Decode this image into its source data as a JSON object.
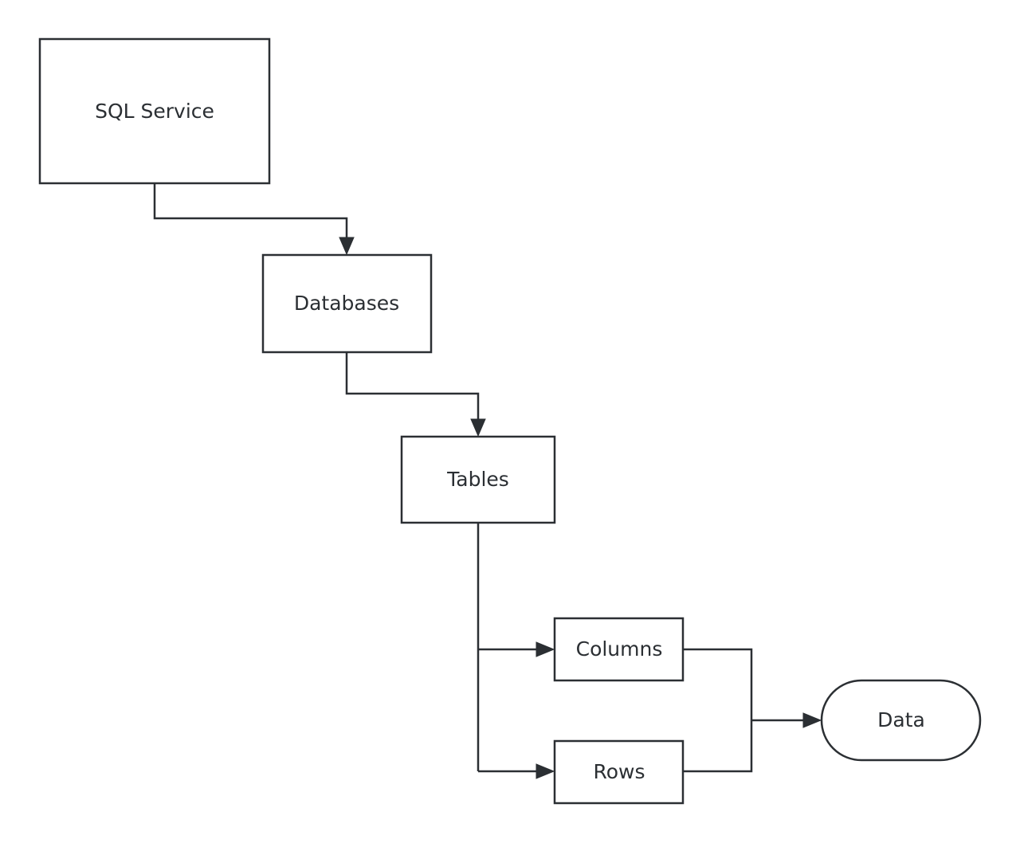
{
  "diagram": {
    "nodes": {
      "sql_service": {
        "label": "SQL Service",
        "shape": "rectangle"
      },
      "databases": {
        "label": "Databases",
        "shape": "rectangle"
      },
      "tables": {
        "label": "Tables",
        "shape": "rectangle"
      },
      "columns": {
        "label": "Columns",
        "shape": "rectangle"
      },
      "rows": {
        "label": "Rows",
        "shape": "rectangle"
      },
      "data": {
        "label": "Data",
        "shape": "stadium"
      }
    },
    "edges": [
      {
        "from": "sql_service",
        "to": "databases"
      },
      {
        "from": "databases",
        "to": "tables"
      },
      {
        "from": "tables",
        "to": "columns"
      },
      {
        "from": "tables",
        "to": "rows"
      },
      {
        "from": "columns",
        "to": "data"
      },
      {
        "from": "rows",
        "to": "data"
      }
    ],
    "colors": {
      "stroke": "#2b2f33",
      "fill": "#ffffff",
      "text": "#2b2f33"
    }
  }
}
